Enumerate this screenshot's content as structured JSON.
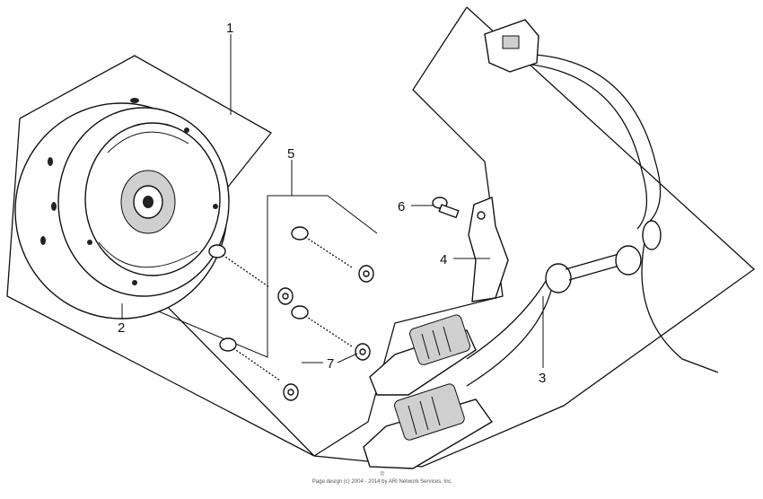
{
  "callouts": {
    "c1": "1",
    "c2": "2",
    "c3": "3",
    "c4": "4",
    "c5": "5",
    "c6": "6",
    "c7": "7"
  },
  "footer": {
    "line1": "©",
    "line2": "Page design (c) 2004 - 2014 by ARI Network Services, Inc."
  }
}
